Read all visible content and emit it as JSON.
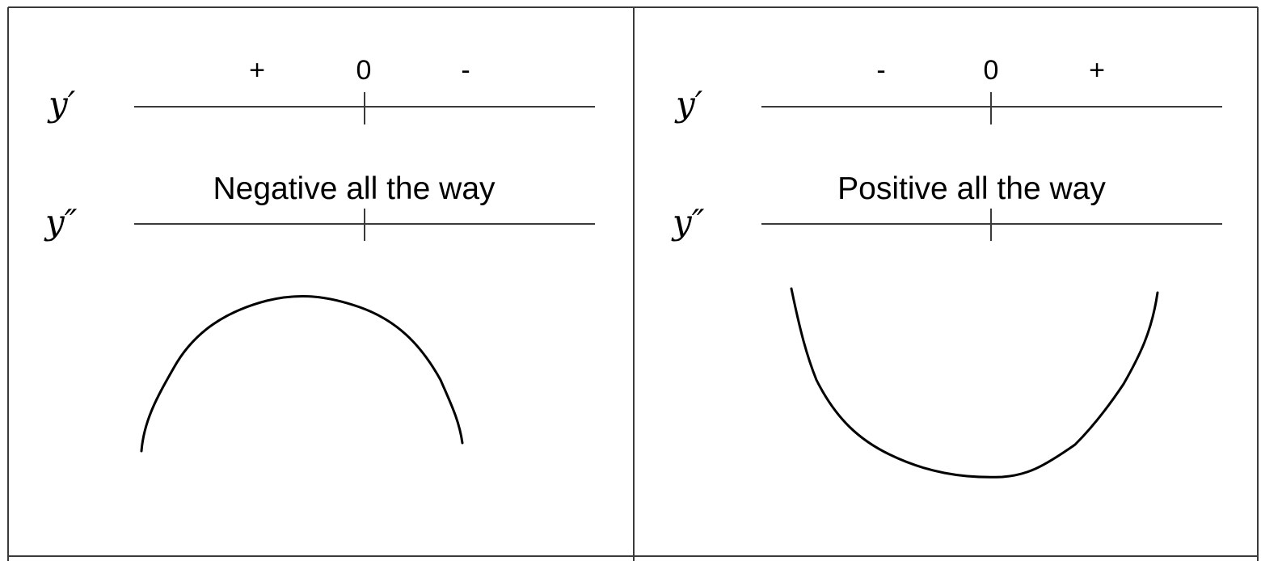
{
  "colors": {
    "border": "#3a3a3a",
    "axis": "#3a3a3a",
    "curve": "#000000",
    "text": "#000000"
  },
  "panels": [
    {
      "id": "concave-down",
      "y1_label": "y′",
      "y2_label": "y″",
      "y1_signs": {
        "left": "+",
        "center": "0",
        "right": "-"
      },
      "y2_text": "Negative all the way",
      "curve_shape": "concave-down-arc"
    },
    {
      "id": "concave-up",
      "y1_label": "y′",
      "y2_label": "y″",
      "y1_signs": {
        "left": "-",
        "center": "0",
        "right": "+"
      },
      "y2_text": "Positive all the way",
      "curve_shape": "concave-up-arc"
    }
  ]
}
